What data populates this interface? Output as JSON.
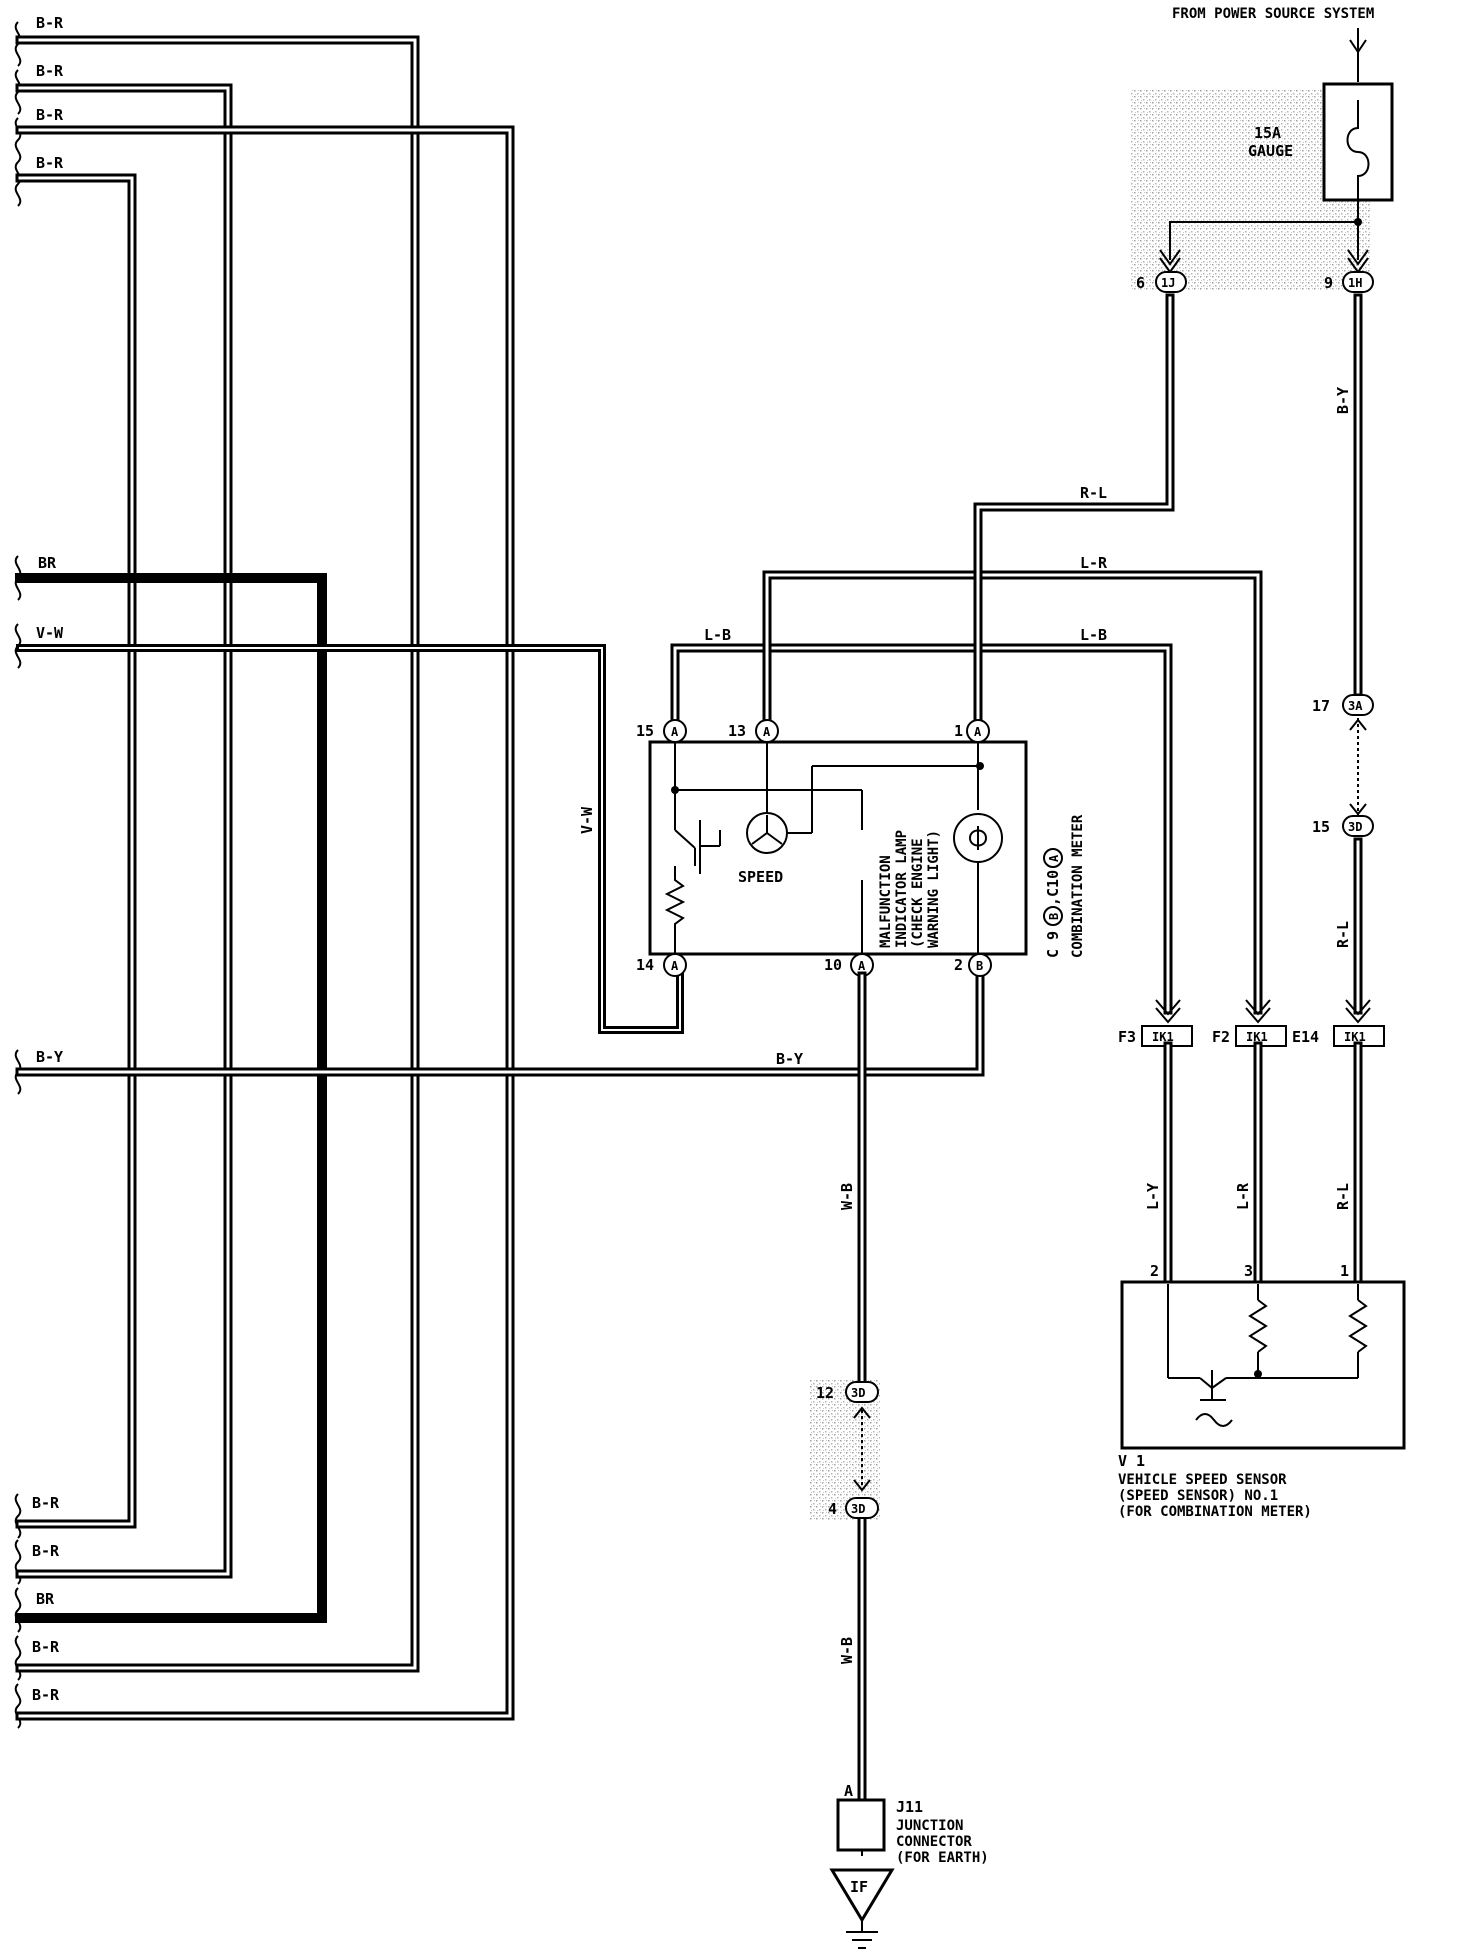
{
  "header": {
    "power_source": "FROM POWER SOURCE SYSTEM"
  },
  "fuse": {
    "rating": "15A",
    "name": "GAUGE"
  },
  "left_wires": {
    "top": [
      "B-R",
      "B-R",
      "B-R",
      "B-R"
    ],
    "br_top": "BR",
    "vw": "V-W",
    "by": "B-Y",
    "bottom": [
      "B-R",
      "B-R",
      "BR",
      "B-R",
      "B-R"
    ]
  },
  "wire_labels": {
    "r_l_top": "R-L",
    "l_r_top": "L-R",
    "l_b_left": "L-B",
    "l_b_right": "L-B",
    "b_y_mid": "B-Y",
    "v_w_vert": "V-W",
    "w_b_upper": "W-B",
    "w_b_lower": "W-B",
    "b_y_vert": "B-Y",
    "r_l_vert": "R-L",
    "l_y_low": "L-Y",
    "l_r_low": "L-R",
    "r_l_low": "R-L"
  },
  "connectors": {
    "c1j": {
      "pin": "6",
      "code": "1J"
    },
    "c1h": {
      "pin": "9",
      "code": "1H"
    },
    "c3a": {
      "pin": "17",
      "code": "3A"
    },
    "c3d_right": {
      "pin": "15",
      "code": "3D"
    },
    "c3d_mid_upper": {
      "pin": "12",
      "code": "3D"
    },
    "c3d_mid_lower": {
      "pin": "4",
      "code": "3D"
    },
    "ik1_f3": {
      "pin": "F3",
      "code": "IK1"
    },
    "ik1_f2": {
      "pin": "F2",
      "code": "IK1"
    },
    "ik1_e14": {
      "pin": "E14",
      "code": "IK1"
    }
  },
  "meter": {
    "pins_top": [
      {
        "num": "15",
        "code": "A"
      },
      {
        "num": "13",
        "code": "A"
      },
      {
        "num": "1",
        "code": "A"
      }
    ],
    "pins_bottom": [
      {
        "num": "14",
        "code": "A"
      },
      {
        "num": "10",
        "code": "A"
      },
      {
        "num": "2",
        "code": "B"
      }
    ],
    "speed_label": "SPEED",
    "mil_lines": [
      "MALFUNCTION",
      "INDICATOR LAMP",
      "(CHECK ENGINE",
      "WARNING LIGHT)"
    ],
    "id_prefix": "C 9",
    "id_b": "B",
    "id_mid": ",C10",
    "id_a": "A",
    "name": "COMBINATION METER"
  },
  "sensor": {
    "pins": [
      "2",
      "3",
      "1"
    ],
    "id": "V 1",
    "lines": [
      "VEHICLE SPEED SENSOR",
      "(SPEED SENSOR) NO.1",
      "(FOR COMBINATION METER)"
    ]
  },
  "junction": {
    "pin": "A",
    "id": "J11",
    "lines": [
      "JUNCTION",
      "CONNECTOR",
      "(FOR EARTH)"
    ],
    "ground": "IF"
  }
}
